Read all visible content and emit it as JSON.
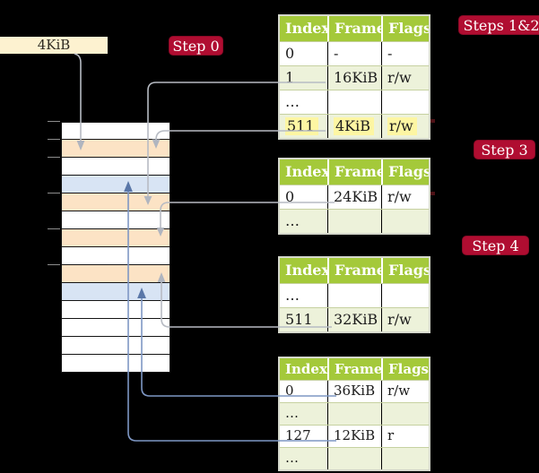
{
  "frame_box": {
    "label": "4KiB"
  },
  "badges": {
    "step0": "Step 0",
    "steps12": "Steps 1&2",
    "step3": "Step 3",
    "step4": "Step 4"
  },
  "table_headers": [
    "Index",
    "Frame",
    "Flags"
  ],
  "tables": {
    "t1": {
      "rows": [
        [
          "0",
          "-",
          "-"
        ],
        [
          "1",
          "16KiB",
          "r/w"
        ],
        [
          "…",
          "",
          ""
        ],
        [
          "511",
          "4KiB",
          "r/w"
        ]
      ]
    },
    "t2": {
      "rows": [
        [
          "0",
          "24KiB",
          "r/w"
        ],
        [
          "…",
          "",
          ""
        ]
      ]
    },
    "t3": {
      "rows": [
        [
          "…",
          "",
          ""
        ],
        [
          "511",
          "32KiB",
          "r/w"
        ]
      ]
    },
    "t4": {
      "rows": [
        [
          "0",
          "36KiB",
          "r/w"
        ],
        [
          "…",
          "",
          ""
        ],
        [
          "127",
          "12KiB",
          "r"
        ],
        [
          "…",
          "",
          ""
        ]
      ]
    }
  },
  "physical_memory": {
    "row_fills": [
      "white",
      "peach",
      "white",
      "blue",
      "peach",
      "white",
      "peach",
      "white",
      "peach",
      "blue",
      "white",
      "white",
      "white",
      "white"
    ]
  },
  "colors": {
    "badge_red": "#b00d31",
    "header_green": "#a4c93a",
    "row_green": "#edf2da",
    "highlight_yellow": "#fdf6a3",
    "frame_peach": "#fce3c5",
    "frame_blue": "#d8e4f4",
    "box_cream": "#fdf2d0",
    "arrow_gray": "#b7bbc3",
    "arrow_blue": "#7e97c4"
  }
}
